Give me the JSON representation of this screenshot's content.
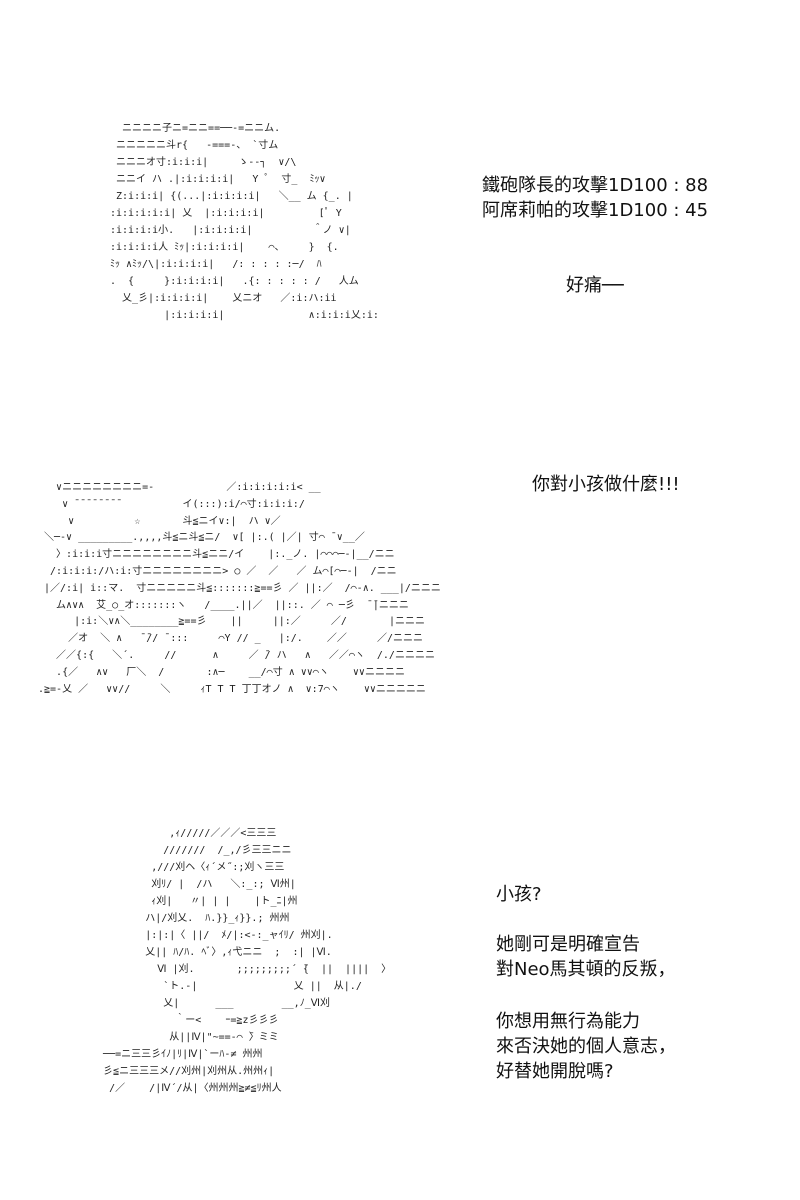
{
  "panels": [
    {
      "art": "  ニニニニ子ニ=ニニ==──-=ニニム.\n ニニニニニ斗r{   -===-、 `寸ム\n ニニニオ寸:i:i:i|     ゝ-‐┐  ∨/\\\n ニニイ ハ .|:i:i:i:i|   Y ﾟ  寸_  ﾐｯ∨\n Z:i:i:i| {(...|:i:i:i:i|   ＼__ ム {_. |\n:i:i:i:i:i| 乂  |:i:i:i:i|         [ﾟ Y\n:i:i:i:i小.   |:i:i:i:i|          ＾ノ ∨|\n:i:i:i:i人 ﾐｯ|:i:i:i:i|    ⌒、    }  {.\nﾐｯ ∧ﾐｯ/\\|:i:i:i:i|   /: : : : :─/  ﾊ\n.  {     }:i:i:i:i|   .{: : : : : /   人ム\n  乂_彡|:i:i:i:i|    乂ニオ   ／:i:ハ:ii\n         |:i:i:i:i|              ∧:i:i:i乂:i:",
      "lines": [
        "鐵砲隊長的攻擊1D100 : 88",
        "阿席莉帕的攻擊1D100 : 45",
        "好痛──"
      ]
    },
    {
      "art": "   ∨ニニニニニニニニ=-            ／:i:i:i:i:i< __\n    ∨ ̄ ̄ ̄ ̄ ̄ ̄ ̄ ̄           イ(:::):i/⌒寸:i:i:i:/\n     ∨          ☆       斗≦ニイ∨:|  ハ ∨／\n ＼─-∨ _________.,,,,斗≦ニ斗≦ニ/  ∨[ |:.( |／| 寸⌒ ̄ ∨__／\n   〉:i:i:i寸ニニニニニニニニ斗≦ニニ/イ    |:._ノ. |⌒⌒⌒─-|__/ニニ\n  /:i:i:i:/ハ:i:寸ニニニニニニニニ> ○ ／  ／   ／ ム⌒[⌒─-|  /ニニ\n |／/:i| i::マ.  寸ニニニニニ斗≦:::::::≧==彡 ／ ||:／  /⌒‐∧. ___|/ニニニ\n   ム∧∨∧  艾_○_オ:::::::ヽ   /____.||／  ||::. ／ ⌒ ─彡  ̄ ̄|ニニニ\n      |:i:＼∨∧＼________≧==彡    ||     ||:／     ／/       |ニニニ\n     ／オ  ＼ ∧   ̄ ̄// ̄ :::     ⌒Y // _   |:/.    ／／     ／/ニニニ\n   ／／{:{   ＼´.     //      ∧     ／ ̄/ ハ   ∧   ／／⌒ヽ  /./ニニニニ\n   .{／   ∧∨   厂＼  /       :∧─    __/⌒寸 ∧ ∨∨⌒ヽ    ∨∨ニニニニ\n.≧=-乂 ／   ∨∨//     ＼     ｨT T T 丁丁オノ ∧  ∨:7⌒ヽ    ∨∨ニニニニニ",
      "lines": [
        "你對小孩做什麼!!!"
      ]
    },
    {
      "art": "              ,ｨ/////／／／<三三三\n             ///////  /_,/彡三三ニニ\n           ,///刈ヘ〈ｨ´メ˝:;刈ヽ三三\n           刈ﾘ/ |  /ハ   ＼:_:; Ⅵ州|\n           ｨ刈|   〃| | |    |ト_ﾆ|州\n          ハ|/刈乂.  ﾊ.}}_ｨ}}.; 州州\n          |:|:|〈 ||/  ﾒ/|:<-:_ャｲﾘ/ 州刈|.\n          乂|| ﾊ/ﾊ. ﾍﾞ〉,ｨ弋ニニ  ;  :| |Ⅵ.\n            Ⅵ |刈.       ;;;;;;;;;´ ̄{  ||  ||||  〉\n             `ト.-|                乂 ||  从|./\n             乂|      ___        __,ﾉ_Ⅵ刈\n               ｀ー<    ｰ=≧z彡彡彡\n              从||Ⅳ|\"~==-⌒ ̄〉ミミ\n   ──=ニ三三彡ｲﾉ|ﾘ|Ⅳ|`ーﾊ-≠ 州州\n   彡≦ニ三三三メ//刈州|刈州从.州州ｨ|\n    /／    /|Ⅳ´/从|〈州州州≧≠≦ﾘ州人",
      "lines": [
        "小孩?",
        "她剛可是明確宣告",
        "對Neo馬其頓的反叛，",
        "你想用無行為能力",
        "來否決她的個人意志，",
        "好替她開脫嗎?"
      ]
    }
  ]
}
